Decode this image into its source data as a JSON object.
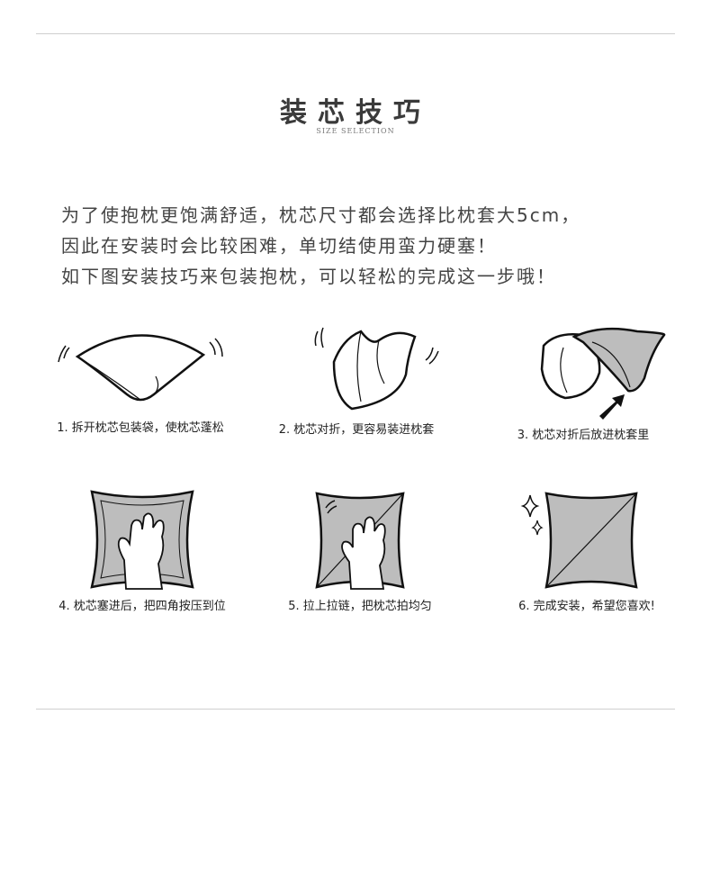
{
  "header": {
    "title": "装芯技巧",
    "subtitle": "SIZE SELECTION"
  },
  "intro": {
    "lines": [
      "为了使抱枕更饱满舒适，枕芯尺寸都会选择比枕套大5cm，",
      "因此在安装时会比较困难，单切结使用蛮力硬塞！",
      "如下图安装技巧来包装抱枕，可以轻松的完成这一步哦！"
    ]
  },
  "steps": [
    {
      "caption": "1. 拆开枕芯包装袋，使枕芯蓬松",
      "icon": "fluff-pillow-icon"
    },
    {
      "caption": "2. 枕芯对折，更容易装进枕套",
      "icon": "fold-pillow-icon"
    },
    {
      "caption": "3. 枕芯对折后放进枕套里",
      "icon": "insert-pillow-icon"
    },
    {
      "caption": "4. 枕芯塞进后，把四角按压到位",
      "icon": "press-corners-icon"
    },
    {
      "caption": "5. 拉上拉链，把枕芯拍均匀",
      "icon": "pat-pillow-icon"
    },
    {
      "caption": "6. 完成安装，希望您喜欢!",
      "icon": "finished-pillow-icon"
    }
  ],
  "colors": {
    "pillow_fill": "#bdbdbd",
    "line": "#111111",
    "divider": "#cfcfcf"
  }
}
